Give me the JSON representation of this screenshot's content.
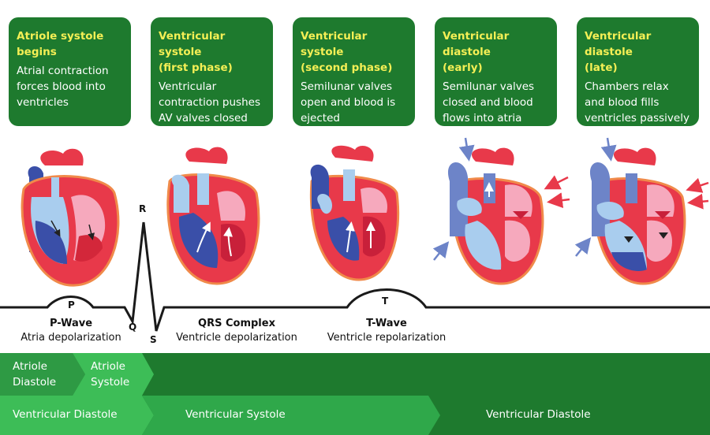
{
  "stages": [
    {
      "title_1": "Atriole systole",
      "title_2": "begins",
      "body_1": "Atrial contraction",
      "body_2": "forces blood into",
      "body_3": "ventricles"
    },
    {
      "title_1": "Ventricular systole",
      "title_2": "(first phase)",
      "body_1": "Ventricular",
      "body_2": "contraction pushes",
      "body_3": "AV valves closed"
    },
    {
      "title_1": "Ventricular systole",
      "title_2": "(second phase)",
      "body_1": "Semilunar valves",
      "body_2": "open and blood is",
      "body_3": "ejected"
    },
    {
      "title_1": "Ventricular diastole",
      "title_2": "(early)",
      "body_1": "Semilunar valves",
      "body_2": "closed and blood",
      "body_3": "flows into atria"
    },
    {
      "title_1": "Ventricular diastole",
      "title_2": "(late)",
      "body_1": "Chambers relax",
      "body_2": "and blood fills",
      "body_3": "ventricles passively"
    }
  ],
  "ecg": {
    "p": "P",
    "q": "Q",
    "r": "R",
    "s": "S",
    "t": "T",
    "p_wave": {
      "title": "P-Wave",
      "desc": "Atria depolarization"
    },
    "qrs": {
      "title": "QRS Complex",
      "desc": "Ventricle depolarization"
    },
    "t_wave": {
      "title": "T-Wave",
      "desc": "Ventricle repolarization"
    }
  },
  "atrial_bar": {
    "diastole_1": "Atriole",
    "diastole_2": "Diastole",
    "systole_1": "Atriole",
    "systole_2": "Systole"
  },
  "ventricular_bar": {
    "first": "Ventricular Diastole",
    "systole": "Ventricular Systole",
    "last": "Ventricular Diastole"
  },
  "colors": {
    "card_bg": "#1e7a2e",
    "card_title": "#f4ef55",
    "dark_green": "#1e7a2e",
    "mid_green": "#2fa84a",
    "light_green": "#3dbd57",
    "heart_red": "#e8394a",
    "heart_pink": "#f6a9bd",
    "heart_blue": "#3a4fa8",
    "heart_lightblue": "#a9cdee",
    "vessel_blue": "#6d84c8"
  }
}
